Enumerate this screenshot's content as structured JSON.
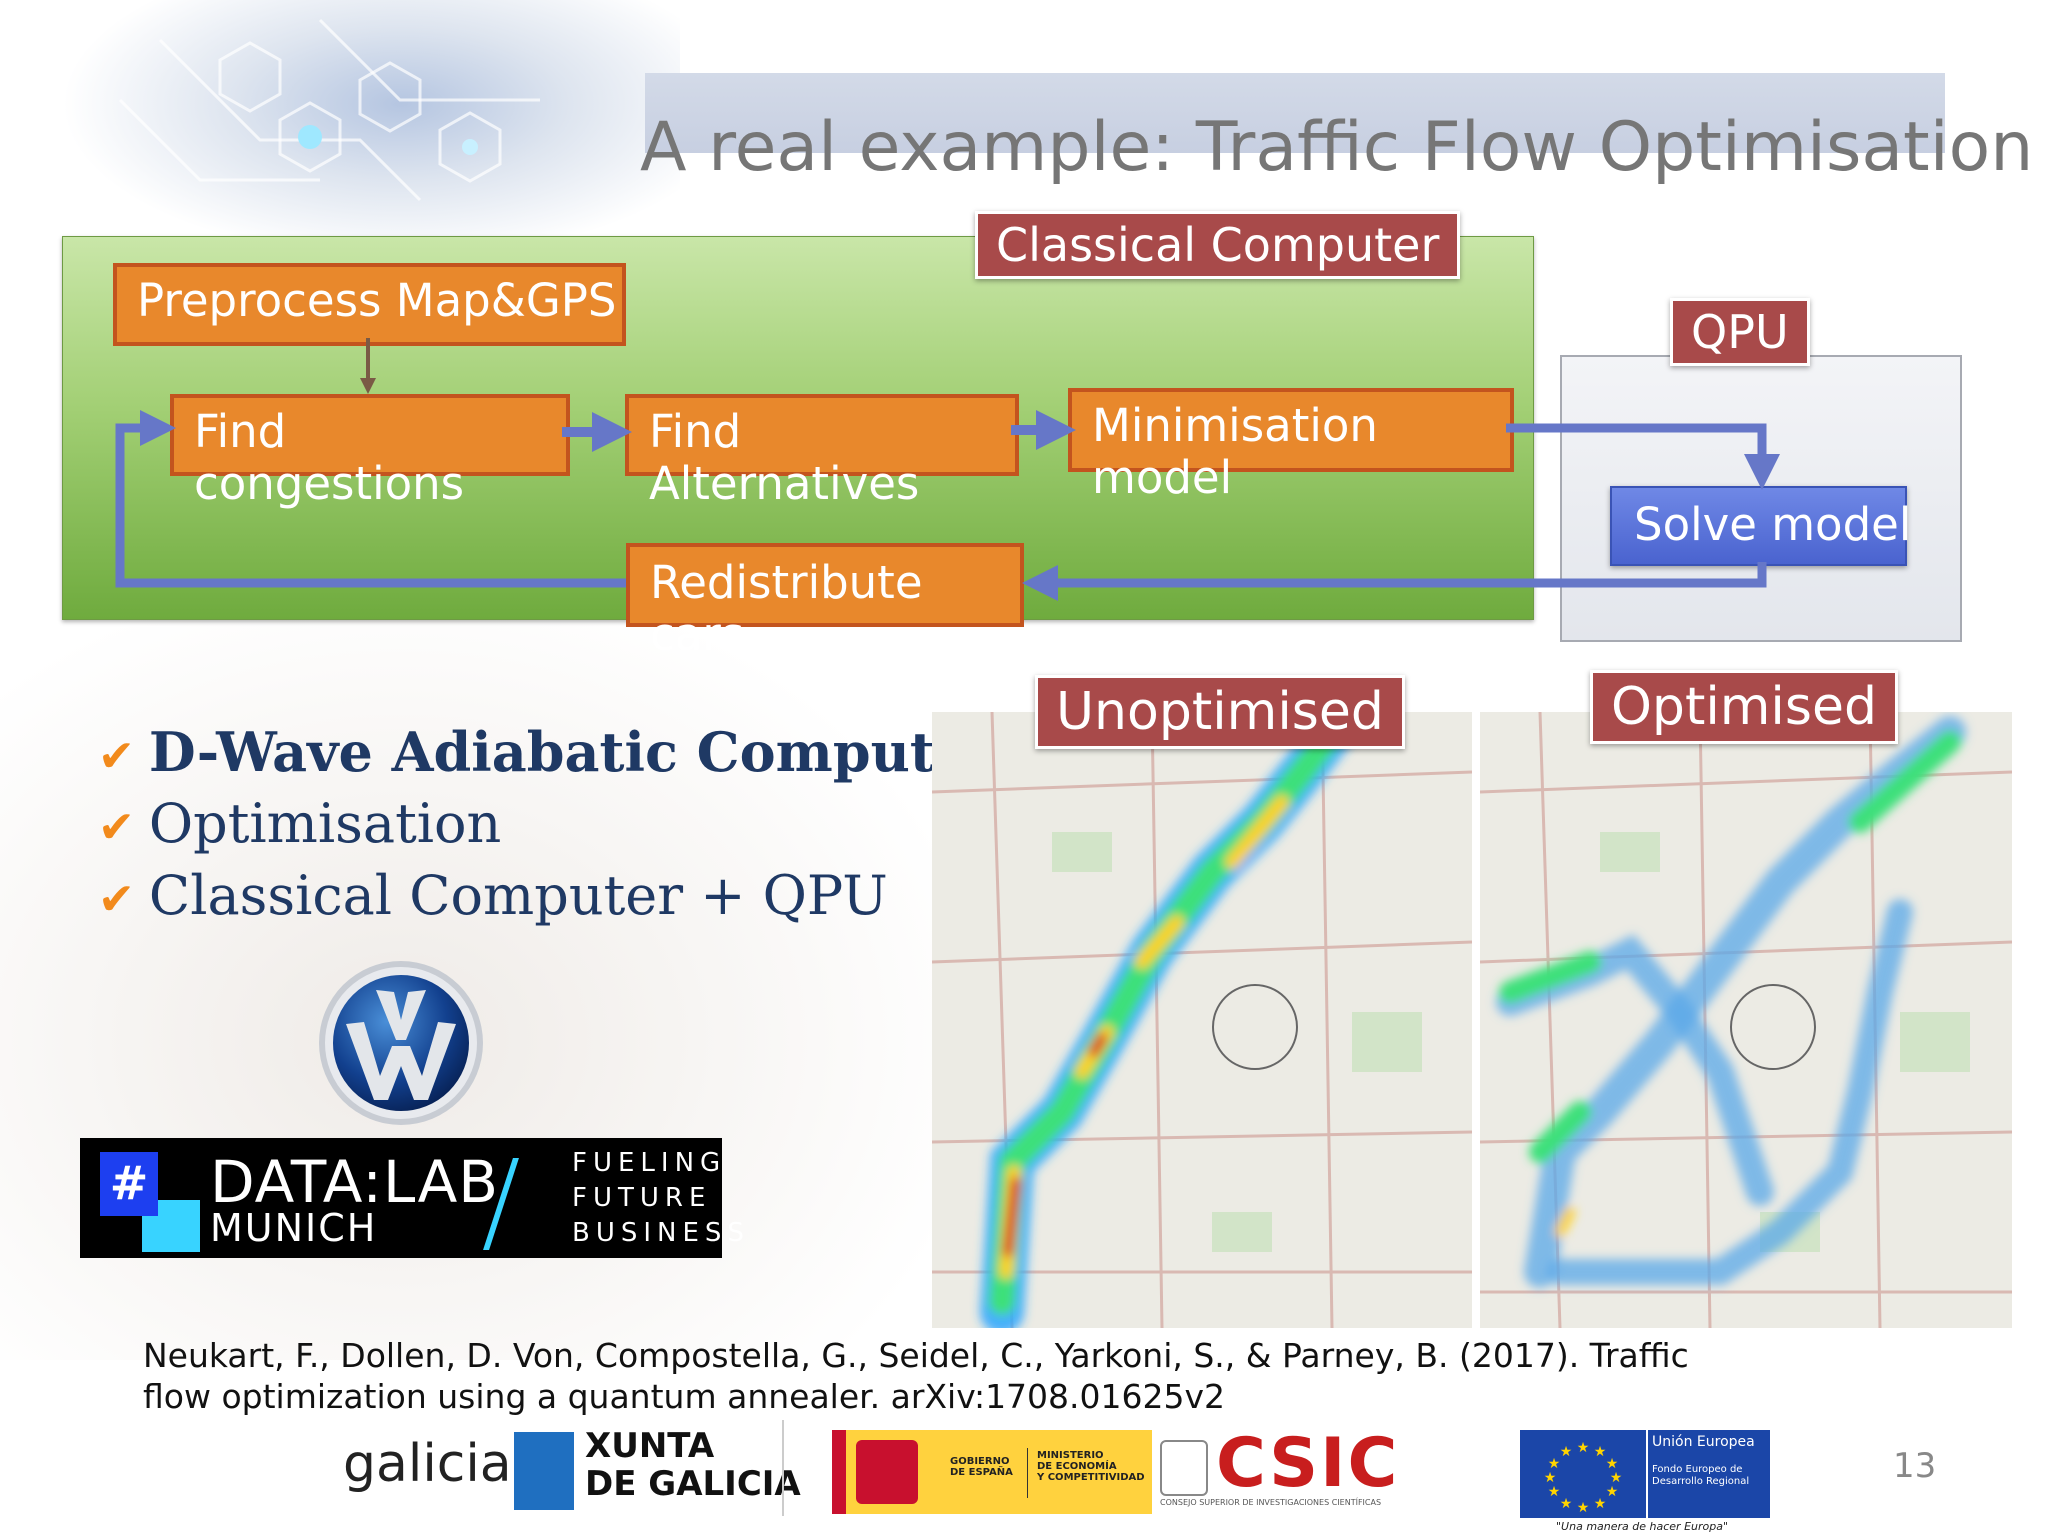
{
  "slide": {
    "title": "A real example: Traffic Flow Optimisation",
    "number": "13"
  },
  "diagram": {
    "classical_label": "Classical Computer",
    "qpu_label": "QPU",
    "boxes": {
      "preprocess": "Preprocess Map&GPS",
      "find_congestions": "Find\ncongestions",
      "find_alternatives": "Find\nAlternatives",
      "minimisation": "Minimisation\nmodel",
      "redistribute": "Redistribute cars",
      "solve_model": "Solve model"
    },
    "colors": {
      "classical_panel": "#8fc35a",
      "process_box": "#e8882c",
      "label_box": "#a84a4a",
      "solve_box": "#5a74dc",
      "arrow": "#6677c8"
    }
  },
  "bullets": [
    {
      "icon": "checkmark-icon",
      "text": "D-Wave Adiabatic Computer"
    },
    {
      "icon": "checkmark-icon",
      "text": "Optimisation"
    },
    {
      "icon": "checkmark-icon",
      "text": "Classical Computer + QPU"
    }
  ],
  "logos": {
    "vw": "vw-logo",
    "datalab": {
      "hash": "#",
      "title": "DATA:LAB",
      "subtitle": "MUNICH",
      "tagline": "FUELING\nFUTURE\nBUSINESS"
    },
    "galicia": "galicia",
    "xunta": "XUNTA\nDE GALICIA",
    "gobierno": "GOBIERNO\nDE ESPAÑA",
    "ministerio": "MINISTERIO\nDE ECONOMÍA\nY COMPETITIVIDAD",
    "csic": "CSIC",
    "csic_sub": "CONSEJO SUPERIOR DE INVESTIGACIONES CIENTÍFICAS",
    "eu_title": "Unión Europea",
    "eu_sub": "Fondo Europeo de\nDesarrollo Regional",
    "eu_slogan": "\"Una manera de hacer Europa\""
  },
  "maps": {
    "unoptimised_label": "Unoptimised",
    "optimised_label": "Optimised"
  },
  "citation": "Neukart, F., Dollen, D. Von, Compostella, G., Seidel, C., Yarkoni, S., & Parney, B. (2017). Traffic flow optimization using a quantum annealer. arXiv:1708.01625v2"
}
